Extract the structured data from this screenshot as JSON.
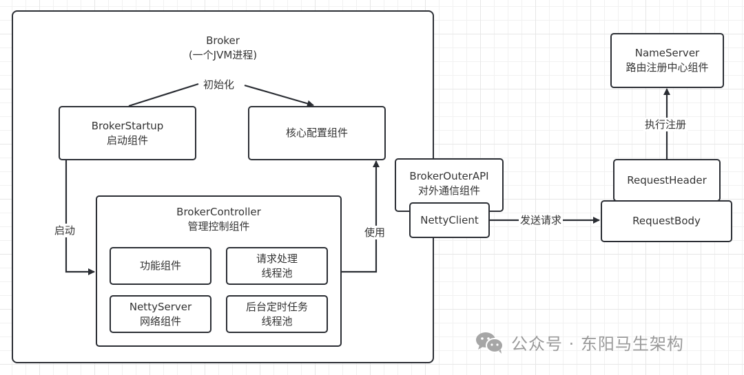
{
  "broker": {
    "title": "Broker",
    "subtitle": "(一个JVM进程)"
  },
  "broker_startup": {
    "line1": "BrokerStartup",
    "line2": "启动组件"
  },
  "core_config": {
    "line1": "核心配置组件"
  },
  "broker_controller": {
    "line1": "BrokerController",
    "line2": "管理控制组件",
    "children": [
      {
        "line1": "功能组件",
        "line2": ""
      },
      {
        "line1": "请求处理",
        "line2": "线程池"
      },
      {
        "line1": "NettyServer",
        "line2": "网络组件"
      },
      {
        "line1": "后台定时任务",
        "line2": "线程池"
      }
    ]
  },
  "broker_outer_api": {
    "line1": "BrokerOuterAPI",
    "line2": "对外通信组件"
  },
  "netty_client": {
    "line1": "NettyClient"
  },
  "request_header": {
    "line1": "RequestHeader"
  },
  "request_body": {
    "line1": "RequestBody"
  },
  "name_server": {
    "line1": "NameServer",
    "line2": "路由注册中心组件"
  },
  "edges": {
    "init": "初始化",
    "start": "启动",
    "use": "使用",
    "send": "发送请求",
    "register": "执行注册"
  },
  "watermark": {
    "icon": "wechat-icon",
    "text": "公众号 · 东阳马生架构"
  },
  "colors": {
    "stroke": "#2a2d33",
    "text": "#333333",
    "grid": "#e6e6e6",
    "watermark": "#9a9a9a"
  }
}
